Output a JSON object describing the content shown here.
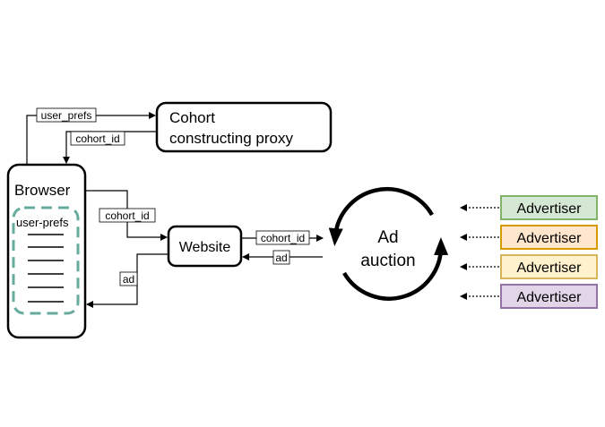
{
  "nodes": {
    "browser": {
      "label": "Browser",
      "prefs_label": "user-prefs"
    },
    "proxy": {
      "line1": "Cohort",
      "line2": "constructing proxy"
    },
    "website": {
      "label": "Website"
    },
    "auction": {
      "line1": "Ad",
      "line2": "auction"
    }
  },
  "edges": {
    "user_prefs": "user_prefs",
    "cohort_id_from_proxy": "cohort_id",
    "cohort_id_to_website": "cohort_id",
    "ad_to_browser": "ad",
    "cohort_id_to_auction": "cohort_id",
    "ad_from_auction": "ad"
  },
  "advertisers": [
    {
      "label": "Advertiser",
      "fill": "#d5e8d4",
      "stroke": "#82b366"
    },
    {
      "label": "Advertiser",
      "fill": "#ffe6cc",
      "stroke": "#d79b00"
    },
    {
      "label": "Advertiser",
      "fill": "#fff2cc",
      "stroke": "#d6b656"
    },
    {
      "label": "Advertiser",
      "fill": "#e1d5e7",
      "stroke": "#9673a6"
    }
  ],
  "colors": {
    "prefs_dash": "#67ab9f"
  }
}
